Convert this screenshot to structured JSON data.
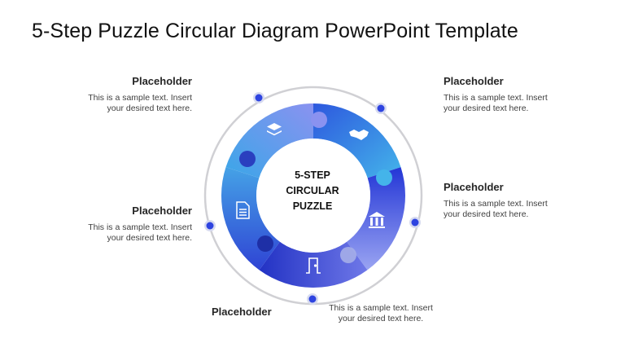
{
  "title": "5-Step Puzzle Circular Diagram PowerPoint Template",
  "center_label": [
    "5-STEP",
    "CIRCULAR",
    "PUZZLE"
  ],
  "placeholders": [
    {
      "id": "top-left",
      "heading": "Placeholder",
      "text_line1": "This is a sample text. Insert",
      "text_line2": "your desired text here."
    },
    {
      "id": "top-right",
      "heading": "Placeholder",
      "text_line1": "This is a sample text. Insert",
      "text_line2": "your desired text here."
    },
    {
      "id": "middle-right",
      "heading": "Placeholder",
      "text_line1": "This is a sample text. Insert",
      "text_line2": "your desired text here."
    },
    {
      "id": "middle-left",
      "heading": "Placeholder",
      "text_line1": "This is a sample text. Insert",
      "text_line2": "your desired text here."
    },
    {
      "id": "bottom",
      "heading": "Placeholder",
      "text_line1": "This is a sample text. Insert",
      "text_line2": "your desired text here."
    }
  ],
  "segments": [
    {
      "step": 1,
      "icon": "layers-icon",
      "color_start": "#3aa6e8",
      "color_end": "#8a92f0"
    },
    {
      "step": 2,
      "icon": "handshake-icon",
      "color_start": "#2d58de",
      "color_end": "#44b4ea"
    },
    {
      "step": 3,
      "icon": "bank-icon",
      "color_start": "#2336d6",
      "color_end": "#9aa4f2"
    },
    {
      "step": 4,
      "icon": "door-icon",
      "color_start": "#2232c4",
      "color_end": "#6f78e8"
    },
    {
      "step": 5,
      "icon": "document-icon",
      "color_start": "#2f44d4",
      "color_end": "#45a2e6"
    }
  ],
  "colors": {
    "dot": "#2e44e0",
    "dot_halo": "#d6daf0",
    "ring": "#d0d0d4"
  }
}
